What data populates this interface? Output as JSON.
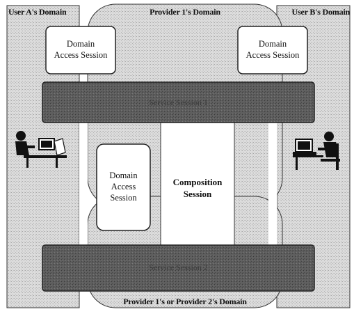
{
  "domains": {
    "user_a": "User A's Domain",
    "provider1": "Provider 1's Domain",
    "user_b": "User B's Domain",
    "provider_bottom": "Provider 1's or Provider 2's Domain"
  },
  "boxes": {
    "das_left_top": [
      "Domain",
      "Access Session"
    ],
    "das_right_top": [
      "Domain",
      "Access Session"
    ],
    "das_middle": [
      "Domain",
      "Access",
      "Session"
    ],
    "composition": [
      "Composition",
      "Session"
    ]
  },
  "bars": {
    "top": "Service Session 1",
    "bottom": "Service Session 2"
  },
  "icons": {
    "left_user": "computer-user-icon",
    "right_user": "computer-user-icon"
  },
  "colors": {
    "domain_fill": "#d7d7d7",
    "bar_fill": "#555555",
    "box_fill": "#ffffff",
    "outline": "#222222"
  }
}
